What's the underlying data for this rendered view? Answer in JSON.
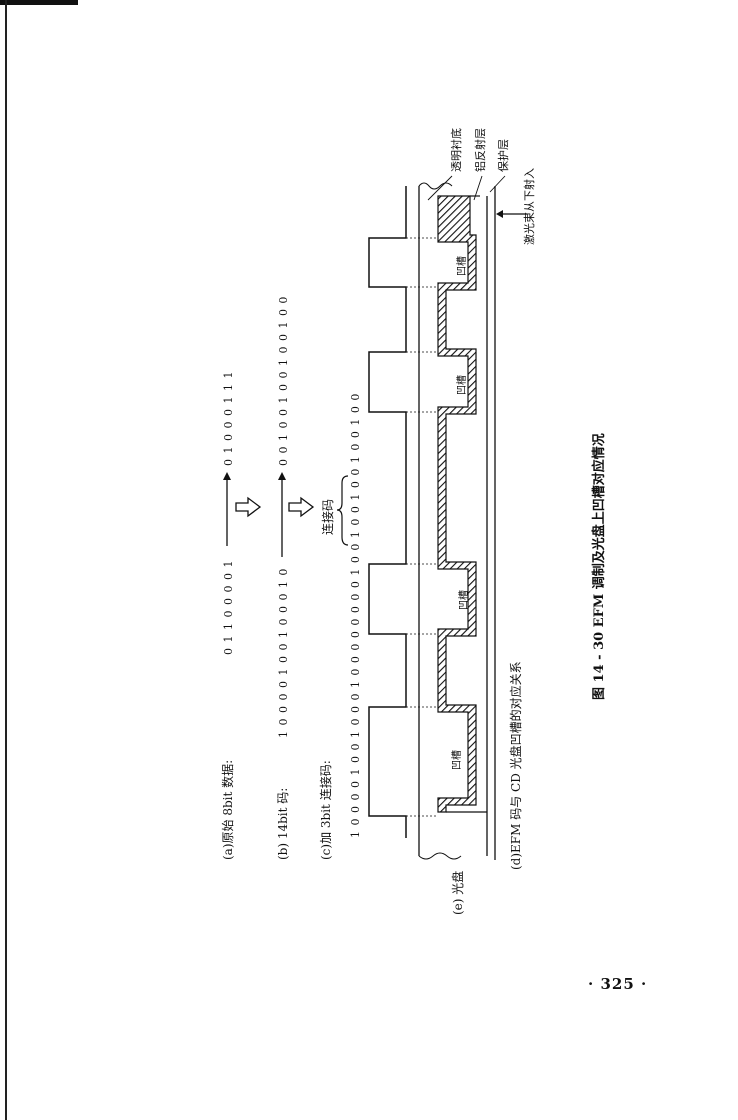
{
  "labels": {
    "a": "(a)原始 8bit 数据:",
    "b": "(b) 14bit 码:",
    "c": "(c)加 3bit 连接码:",
    "d": "(d)EFM 码与 CD 光盘凹槽的对应关系",
    "e": "(e) 光盘"
  },
  "bits": {
    "a_left": "0 1 1 0 0 0 0 1",
    "a_right": "0 1 0 0 0 1 1 1",
    "b_left": "1 0 0 0 0 1 0 0 1 0 0 0 1 0",
    "b_right": "0 0 1 0 0 1 0 0 1 0 0 1 0 0",
    "c_row": "1 0 0 0 0 1 0 0 1 0 0 0 1 0 0 0 0 0 0 0 0 1 0 0 1 0 0 1 0 0 1 0 0 1 0 0"
  },
  "connector_label": "连接码",
  "layers": {
    "substrate": "透明衬底",
    "reflect": "铝反射层",
    "protect": "保护层",
    "laser": "激光束从下射入"
  },
  "pit_label": "凹槽",
  "caption": "图 14 - 30   EFM 调制及光盘上凹槽对应情况",
  "page_number": "· 325 ·"
}
